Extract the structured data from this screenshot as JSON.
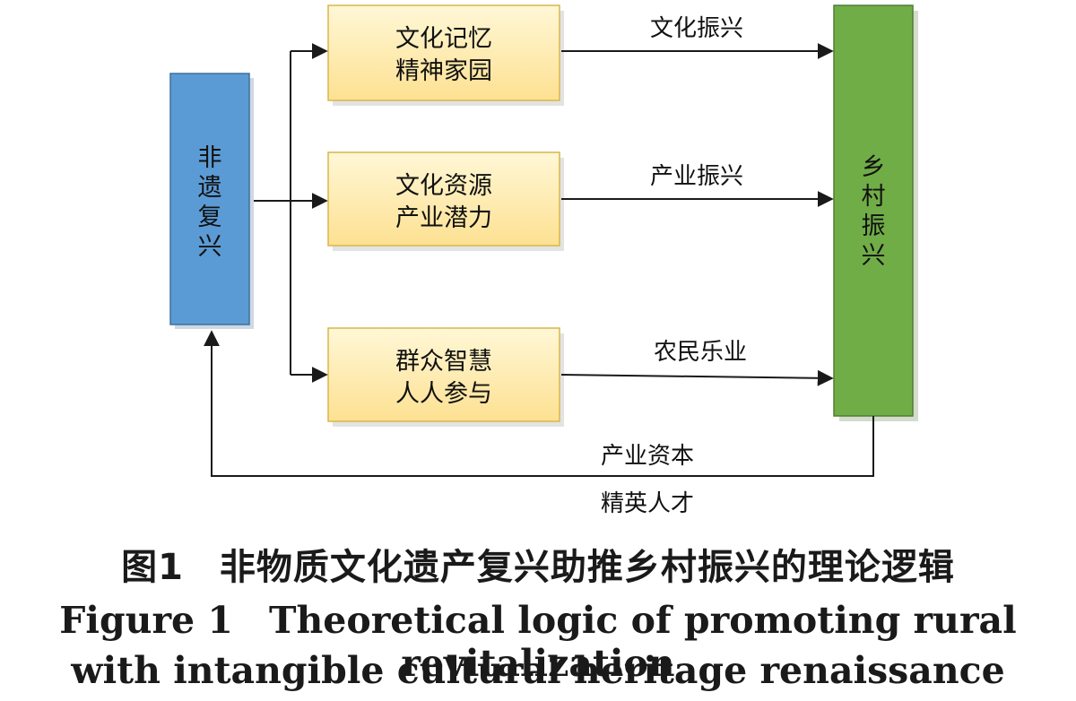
{
  "diagram": {
    "nodes": {
      "heritage": {
        "label_chars": [
          "非",
          "遗",
          "复",
          "兴"
        ],
        "color": "#5b9bd5"
      },
      "memory": {
        "lines": [
          "文化记忆",
          "精神家园"
        ]
      },
      "resource": {
        "lines": [
          "文化资源",
          "产业潜力"
        ]
      },
      "wisdom": {
        "lines": [
          "群众智慧",
          "人人参与"
        ]
      },
      "rural": {
        "label_chars": [
          "乡",
          "村",
          "振",
          "兴"
        ],
        "color": "#70ad47"
      }
    },
    "edges": {
      "culture_revival": "文化振兴",
      "industry_revival": "产业振兴",
      "farmers_happy": "农民乐业",
      "feedback_capital": "产业资本",
      "feedback_talent": "精英人才"
    },
    "colors": {
      "box_fill_top": "#fff6cf",
      "box_fill_bottom": "#fde49a",
      "box_border": "#d9b64a",
      "line": "#1a1a1a"
    }
  },
  "caption": {
    "cn_number": "图1",
    "cn_title": "非物质文化遗产复兴助推乡村振兴的理论逻辑",
    "en_number": "Figure 1",
    "en_line1": "Theoretical logic of promoting rural revitalization",
    "en_line2": "with intangible cultural heritage renaissance"
  }
}
